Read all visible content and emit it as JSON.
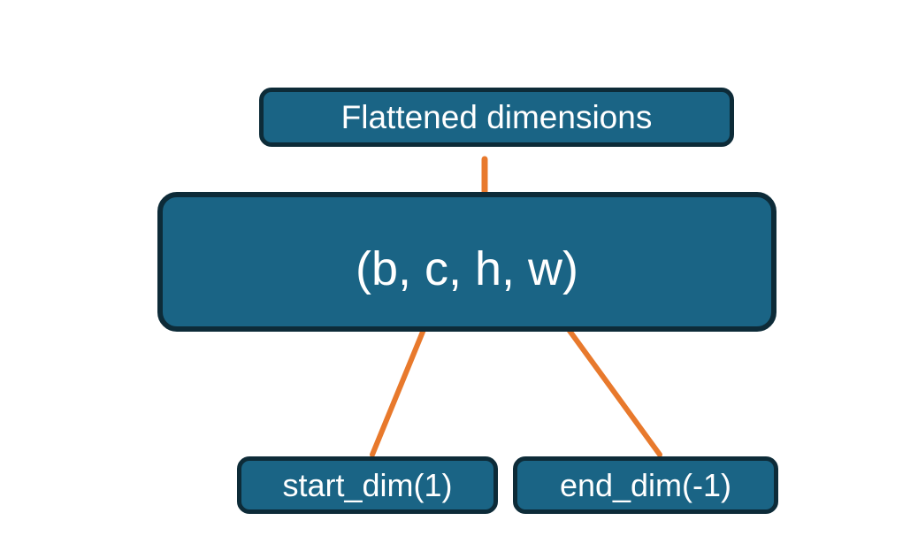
{
  "diagram": {
    "title": "Flatten dimensions diagram",
    "background_color": "#ffffff",
    "node_fill_color": "#1a6485",
    "node_border_color": "#0d2b38",
    "node_text_color": "#ffffff",
    "connector_color": "#e8792c",
    "nodes": [
      {
        "id": "flattened",
        "label": "Flattened dimensions"
      },
      {
        "id": "shape",
        "label": "(b, c, h, w)"
      },
      {
        "id": "start_dim",
        "label": "start_dim(1)"
      },
      {
        "id": "end_dim",
        "label": "end_dim(-1)"
      }
    ],
    "connectors": [
      {
        "id": "brace",
        "kind": "curly-brace-up",
        "from": "shape-dims-c-h-w",
        "to": "flattened"
      },
      {
        "id": "arrow-start-dim",
        "kind": "arrow",
        "from": "start_dim",
        "to": "shape-dim-c"
      },
      {
        "id": "arrow-end-dim",
        "kind": "arrow",
        "from": "end_dim",
        "to": "shape-dim-w"
      }
    ]
  }
}
